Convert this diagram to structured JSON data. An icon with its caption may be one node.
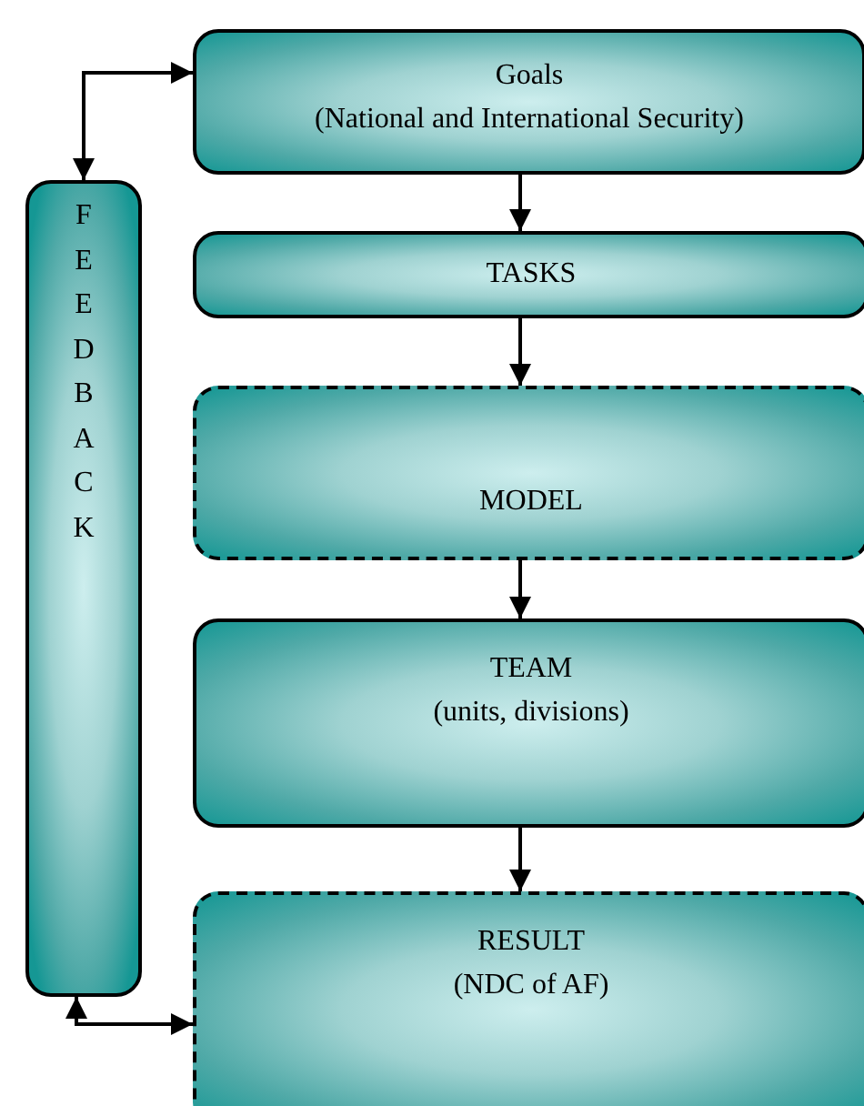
{
  "diagram": {
    "nodes": [
      {
        "text": [
          "Goals",
          "(National and International Security)"
        ]
      },
      {
        "text": [
          "TASKS"
        ]
      },
      {
        "text": [
          "MODEL"
        ]
      },
      {
        "text": [
          "TEAM",
          "(units, divisions)"
        ]
      },
      {
        "text": [
          "RESULT",
          "(NDC of AF)"
        ]
      },
      {
        "text": [
          "FEEDBACK"
        ]
      }
    ],
    "edges": [
      {
        "from": 0,
        "to": 1,
        "arrow": "to"
      },
      {
        "from": 1,
        "to": 2,
        "arrow": "to"
      },
      {
        "from": 2,
        "to": 3,
        "arrow": "to"
      },
      {
        "from": 3,
        "to": 4,
        "arrow": "to"
      },
      {
        "from": 5,
        "to": 0,
        "arrow": "both"
      },
      {
        "from": 5,
        "to": 4,
        "arrow": "both"
      }
    ]
  }
}
